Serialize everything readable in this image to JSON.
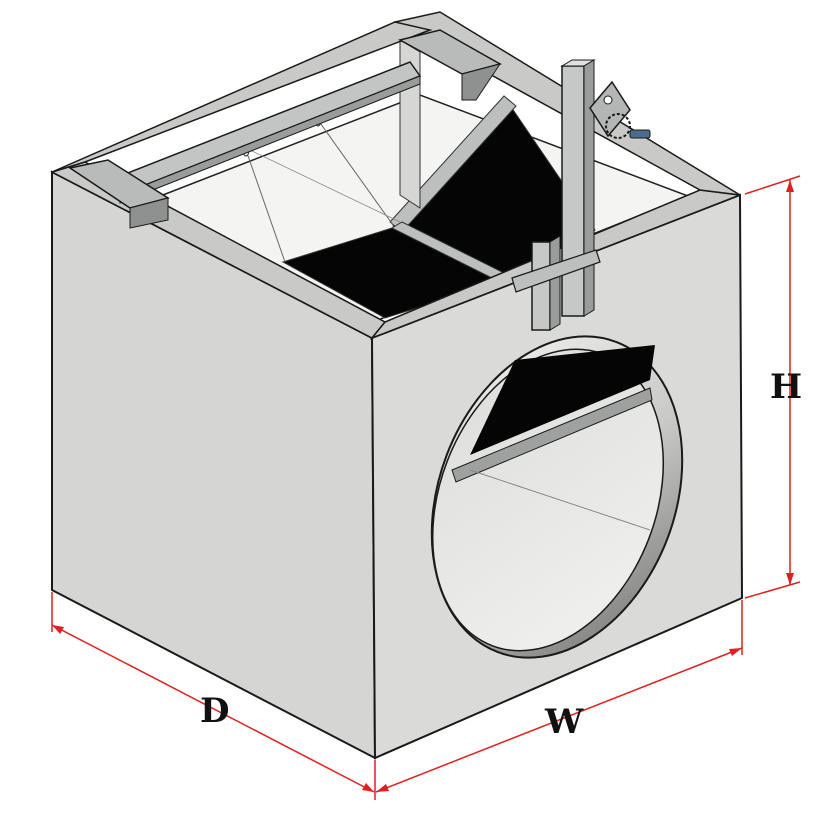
{
  "diagram": {
    "dimensions": {
      "depth_label": "D",
      "width_label": "W",
      "height_label": "H"
    },
    "colors": {
      "background": "#ffffff",
      "concrete_front": "#d9d9d7",
      "concrete_side": "#d2d2d0",
      "concrete_top": "#c9c9c7",
      "inner_light": "#ececea",
      "inner_dark": "#000000",
      "steel_light": "#cfd0d0",
      "steel_dark": "#9a9c9c",
      "outline": "#1a1a1a",
      "dimension_line": "#e0201e"
    }
  }
}
